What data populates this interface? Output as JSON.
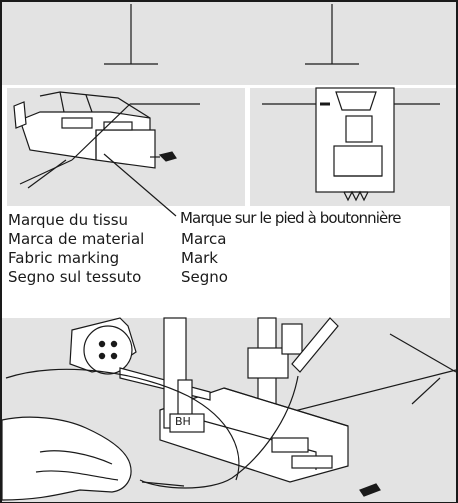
{
  "labels": {
    "fabric_mark": {
      "fr": "Marque du tissu",
      "es": "Marca de material",
      "en": "Fabric marking",
      "it": "Segno sul tessuto"
    },
    "foot_mark": {
      "fr": "Marque sur le pied à boutonnière",
      "es": "Marca",
      "en": "Mark",
      "it": "Segno"
    },
    "foot_badge": "BH"
  },
  "colors": {
    "panel_gray": "#e3e3e3",
    "line": "#1a1a1a",
    "fabric_gray": "#dedede"
  }
}
